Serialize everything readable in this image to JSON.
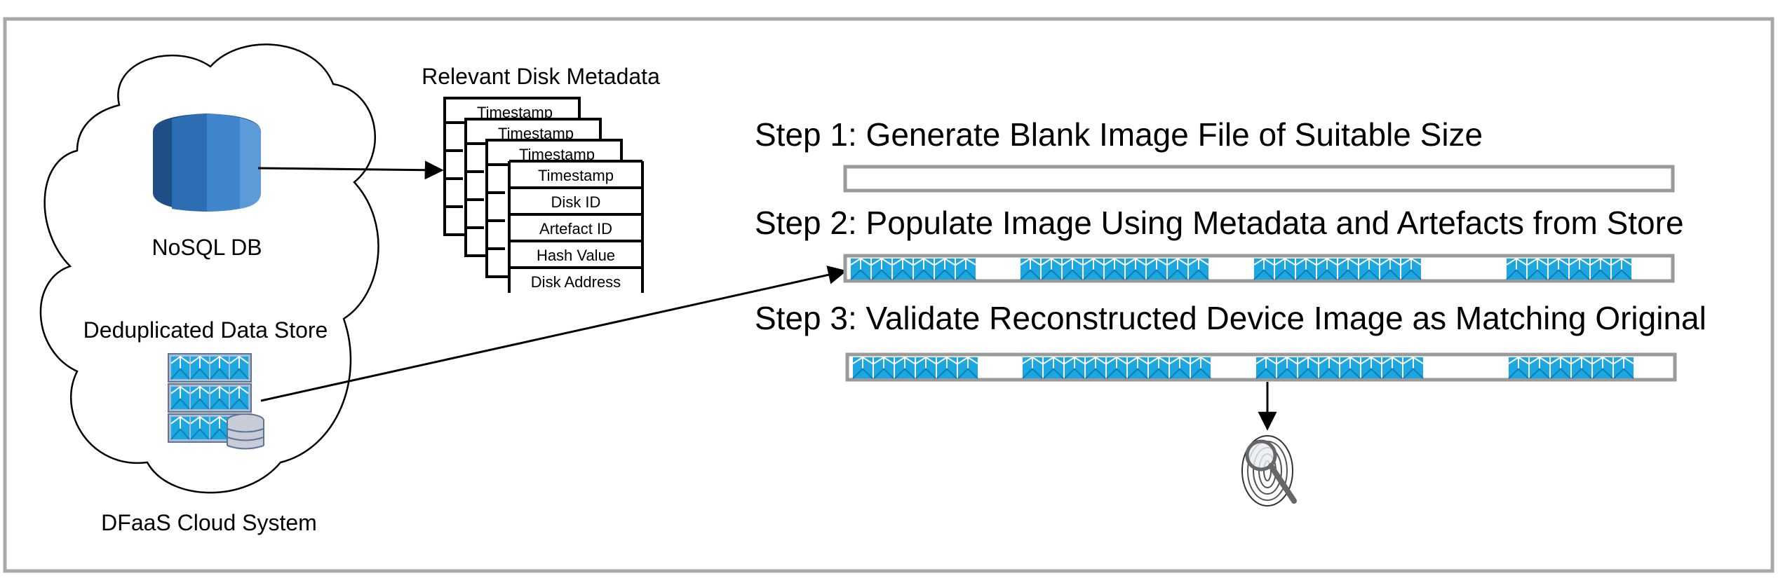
{
  "cloud": {
    "label": "DFaaS Cloud System"
  },
  "nosql": {
    "label": "NoSQL DB",
    "icon": "database-cylinder-icon",
    "colors": [
      "#1f4e86",
      "#2d6db3",
      "#3f86cc",
      "#5b9bd8"
    ]
  },
  "store": {
    "label": "Deduplicated Data Store",
    "icon": "server-rack-icon"
  },
  "metadata": {
    "title": "Relevant Disk Metadata",
    "back_card_header": "Timestamp",
    "front_card_rows": [
      "Timestamp",
      "Disk ID",
      "Artefact ID",
      "Hash Value",
      "Disk Address"
    ]
  },
  "steps": [
    {
      "label": "Step 1: Generate Blank Image File of Suitable Size"
    },
    {
      "label": "Step 2: Populate Image Using Metadata and Artefacts from Store"
    },
    {
      "label": "Step 3: Validate Reconstructed Device Image as Matching Original"
    }
  ],
  "fingerprint": {
    "icon": "fingerprint-magnifier-icon"
  },
  "colors": {
    "block": "#1da7e0",
    "block_dark": "#0e7fb4",
    "bar_border": "#9a9a9a",
    "frame_border": "#a8a8a8"
  }
}
